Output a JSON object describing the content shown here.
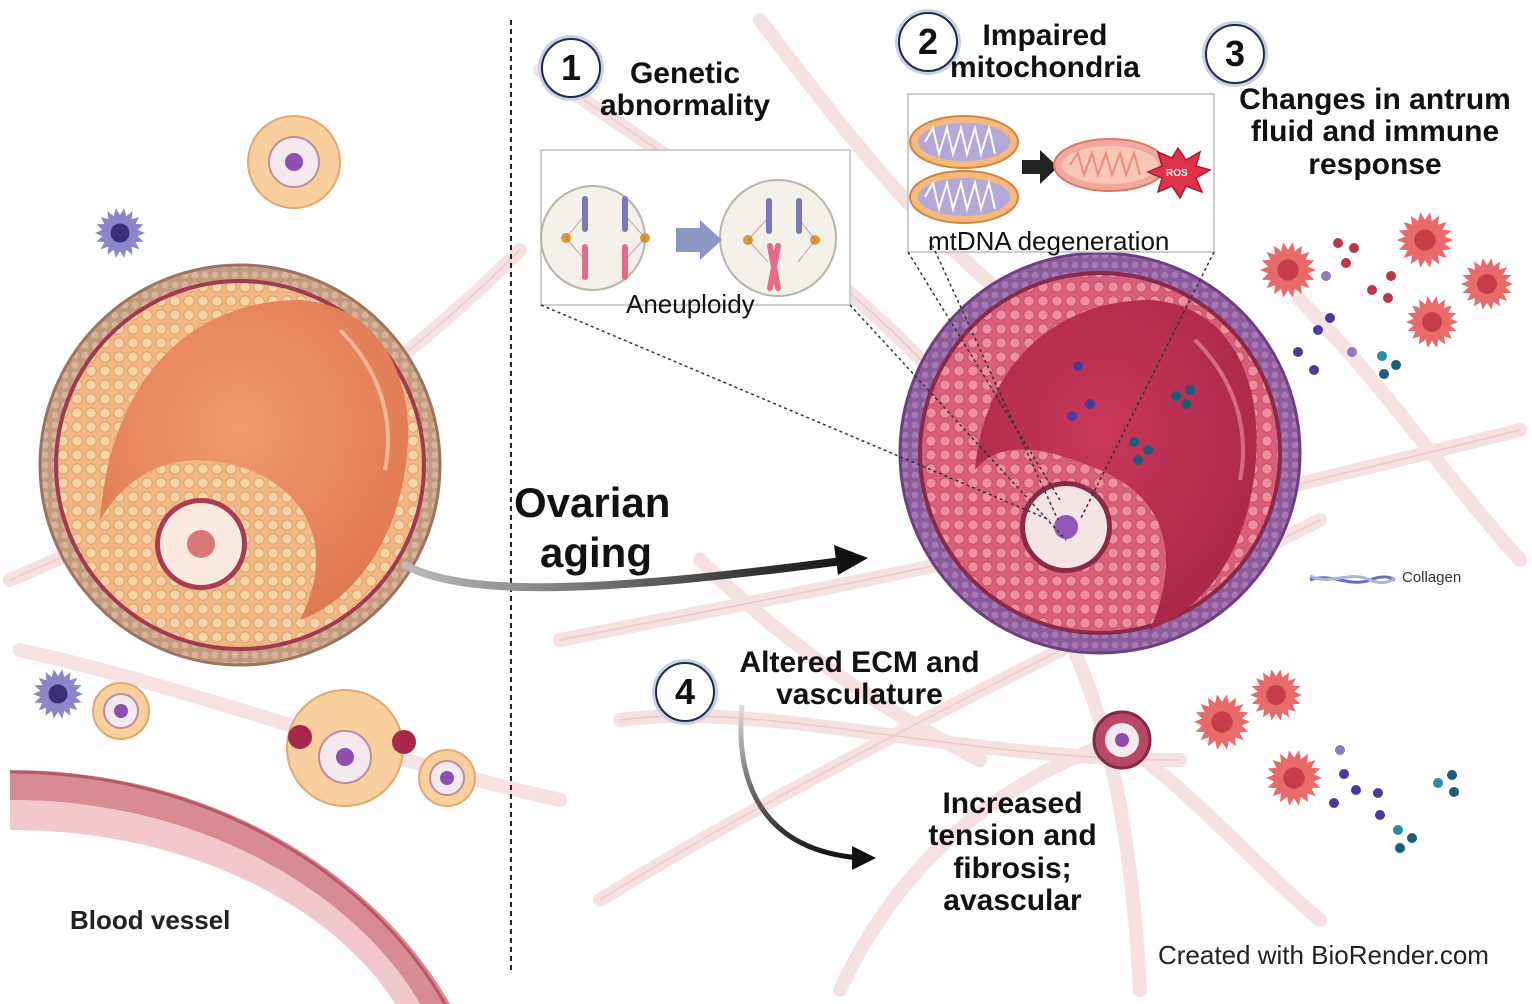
{
  "steps": [
    {
      "number": "1",
      "title": "Genetic abnormality"
    },
    {
      "number": "2",
      "title": "Impaired mitochondria"
    },
    {
      "number": "3",
      "title": "Changes in antrum fluid and immune response"
    },
    {
      "number": "4",
      "title": "Altered ECM and vasculature"
    }
  ],
  "labels": {
    "aneuploidy": "Aneuploidy",
    "mtdna": "mtDNA degeneration",
    "ros": "ROS",
    "ovarian_aging_line1": "Ovarian",
    "ovarian_aging_line2": "aging",
    "fibrosis": "Increased tension and fibrosis; avascular",
    "collagen": "Collagen",
    "blood_vessel": "Blood vessel",
    "credit": "Created with BioRender.com"
  },
  "colors": {
    "young_follicle": "#e8875f",
    "aged_follicle": "#c94a68",
    "theca_young": "#b58a6f",
    "theca_aged": "#8e5a9a",
    "granulosa": "#f6c89a",
    "immune_cell": "#e86a6a",
    "collagen": "#f3d6d6",
    "blood_vessel": "#c86a78"
  }
}
